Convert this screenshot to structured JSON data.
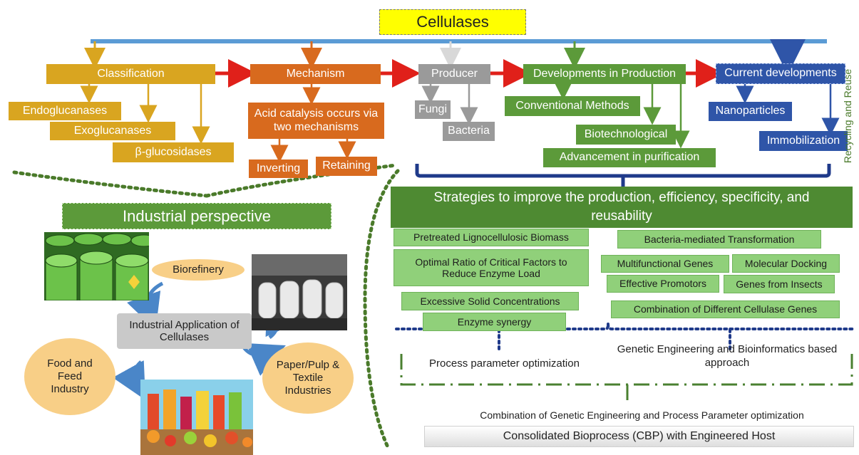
{
  "title": "Cellulases",
  "classification": {
    "label": "Classification",
    "types": [
      "Endoglucanases",
      "Exoglucanases",
      "β-glucosidases"
    ]
  },
  "mechanism": {
    "label": "Mechanism",
    "description": "Acid catalysis occurs via two mechanisms",
    "types": [
      "Inverting",
      "Retaining"
    ]
  },
  "producer": {
    "label": "Producer",
    "types": [
      "Fungi",
      "Bacteria"
    ]
  },
  "developments": {
    "label": "Developments in Production",
    "items": [
      "Conventional Methods",
      "Biotechnological",
      "Advancement in purification"
    ]
  },
  "current": {
    "label": "Current developments",
    "items": [
      "Nanoparticles",
      "Immobilization"
    ]
  },
  "side_label": "Recycling and Reuse",
  "industrial": {
    "title": "Industrial perspective",
    "center": "Industrial Application of Cellulases",
    "biorefinery": "Biorefinery",
    "food": "Food and Feed Industry",
    "paper": "Paper/Pulp & Textile Industries"
  },
  "strategies": {
    "title": "Strategies to improve the production, efficiency, specificity, and reusability",
    "process_items": [
      "Pretreated Lignocellulosic Biomass",
      "Optimal Ratio of Critical Factors to Reduce Enzyme Load",
      "Excessive Solid Concentrations",
      "Enzyme synergy"
    ],
    "genetic_items": [
      "Bacteria-mediated Transformation",
      "Multifunctional Genes",
      "Molecular Docking",
      "Effective Promotors",
      "Genes from Insects",
      "Combination of Different Cellulase Genes"
    ],
    "process_label": "Process parameter optimization",
    "genetic_label": "Genetic Engineering and Bioinformatics based approach",
    "combination": "Combination of Genetic Engineering and Process Parameter optimization",
    "cbp": "Consolidated Bioprocess (CBP) with Engineered Host"
  },
  "colors": {
    "title_bg": "#ffff00",
    "blue_line": "#5b9bd5",
    "gold": "#d9a520",
    "orange": "#d86a1e",
    "grey": "#9a9a9a",
    "green": "#5c9a3a",
    "dark_green": "#4a8030",
    "navy": "#2f55a8",
    "light_green": "#90d07a",
    "oval": "#f8cf87",
    "red_arrow": "#e0201a"
  }
}
